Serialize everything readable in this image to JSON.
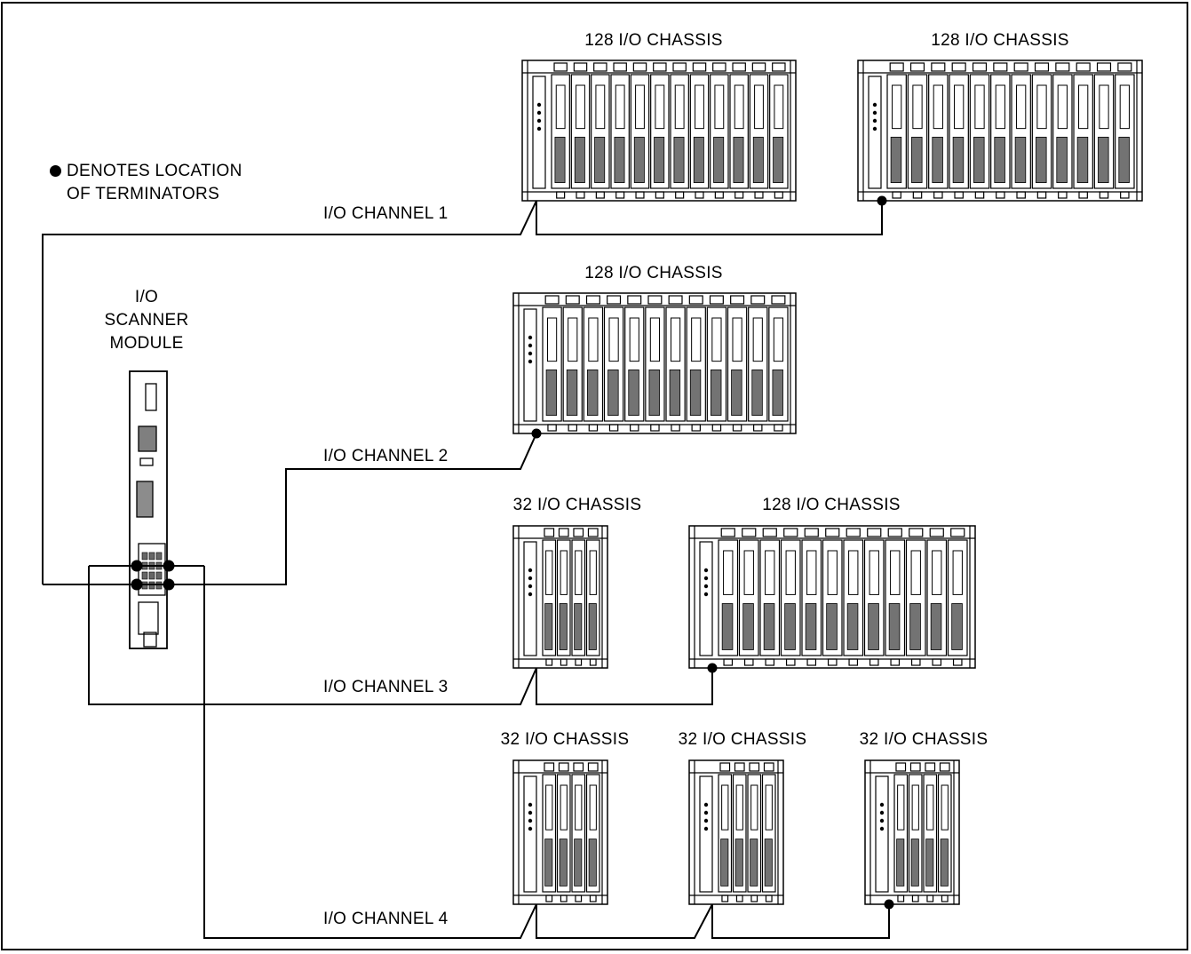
{
  "legend": {
    "line1": "DENOTES LOCATION",
    "line2": "OF TERMINATORS"
  },
  "scanner": {
    "line1": "I/O",
    "line2": "SCANNER",
    "line3": "MODULE"
  },
  "channels": {
    "ch1": "I/O CHANNEL 1",
    "ch2": "I/O CHANNEL 2",
    "ch3": "I/O CHANNEL 3",
    "ch4": "I/O CHANNEL 4"
  },
  "chassis_labels": {
    "c1": "128 I/O CHASSIS",
    "c2": "128 I/O CHASSIS",
    "c3": "128 I/O CHASSIS",
    "c4": "32 I/O CHASSIS",
    "c5": "128 I/O CHASSIS",
    "c6": "32 I/O CHASSIS",
    "c7": "32 I/O CHASSIS",
    "c8": "32 I/O CHASSIS"
  },
  "colors": {
    "ink": "#000000",
    "background": "#ffffff"
  }
}
